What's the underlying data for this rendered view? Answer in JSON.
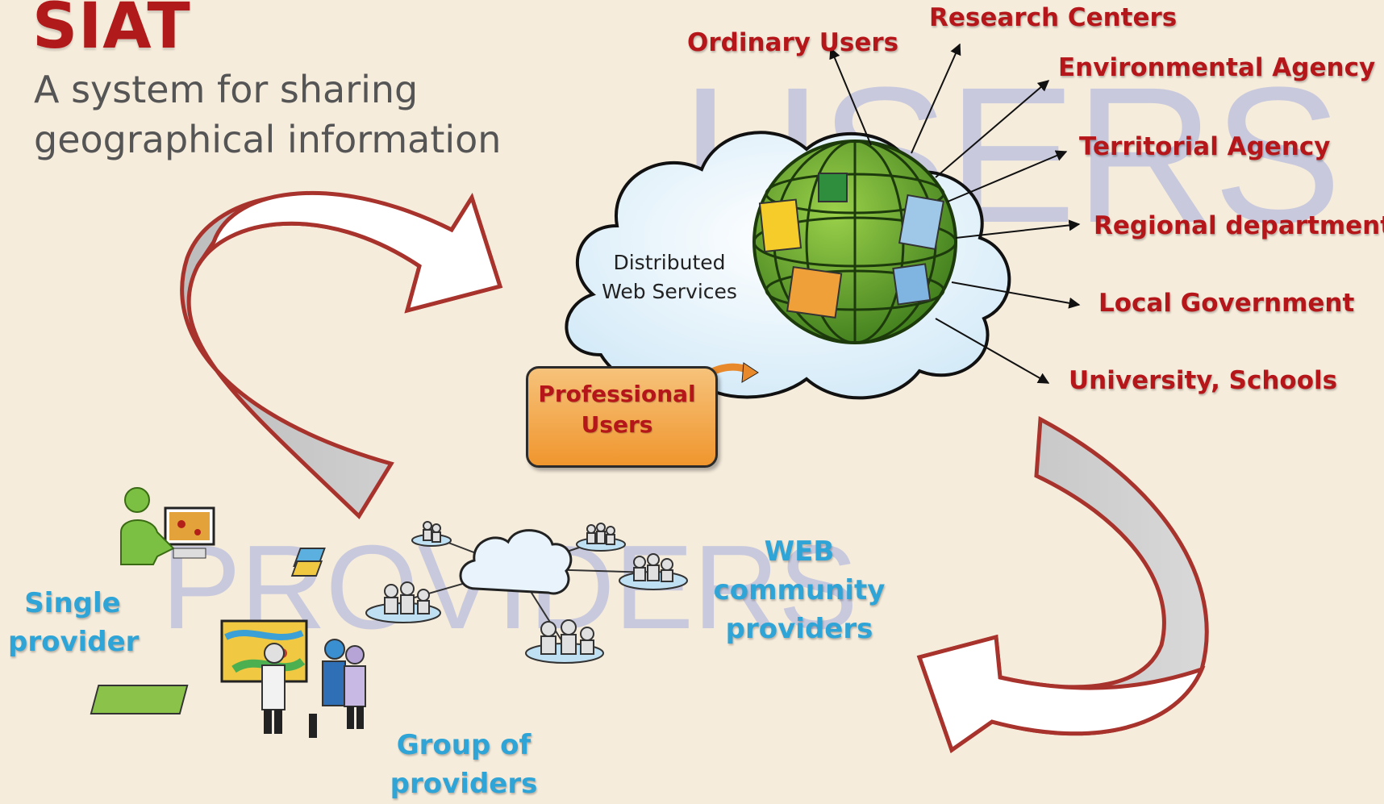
{
  "title": "SIAT",
  "subtitle": [
    "A system for sharing",
    "geographical information"
  ],
  "watermarks": {
    "users": "USERS",
    "providers": "PROVIDERS"
  },
  "cloud": {
    "lines": [
      "Distributed",
      "Web Services"
    ]
  },
  "professional_users": [
    "Professional",
    "Users"
  ],
  "users": {
    "ordinary": "Ordinary Users",
    "research": "Research Centers",
    "environmental": "Environmental Agency",
    "territorial": "Territorial Agency",
    "regional": "Regional department",
    "local": "Local Government",
    "university": "University, Schools"
  },
  "providers": {
    "single": [
      "Single",
      "provider"
    ],
    "group": [
      "Group of",
      "providers"
    ],
    "web": [
      "WEB",
      "community",
      "providers"
    ]
  },
  "colors": {
    "background": "#f6ecdc",
    "title": "#b11a1a",
    "user_label": "#b5161a",
    "provider_label": "#2fa4d6",
    "arrow_outline": "#a8322c",
    "watermark": "#c8c9dd"
  },
  "icons": [
    "globe-icon",
    "cloud-icon",
    "single-provider-icon",
    "group-providers-icon",
    "web-community-network-icon",
    "cycle-arrow-icon"
  ]
}
